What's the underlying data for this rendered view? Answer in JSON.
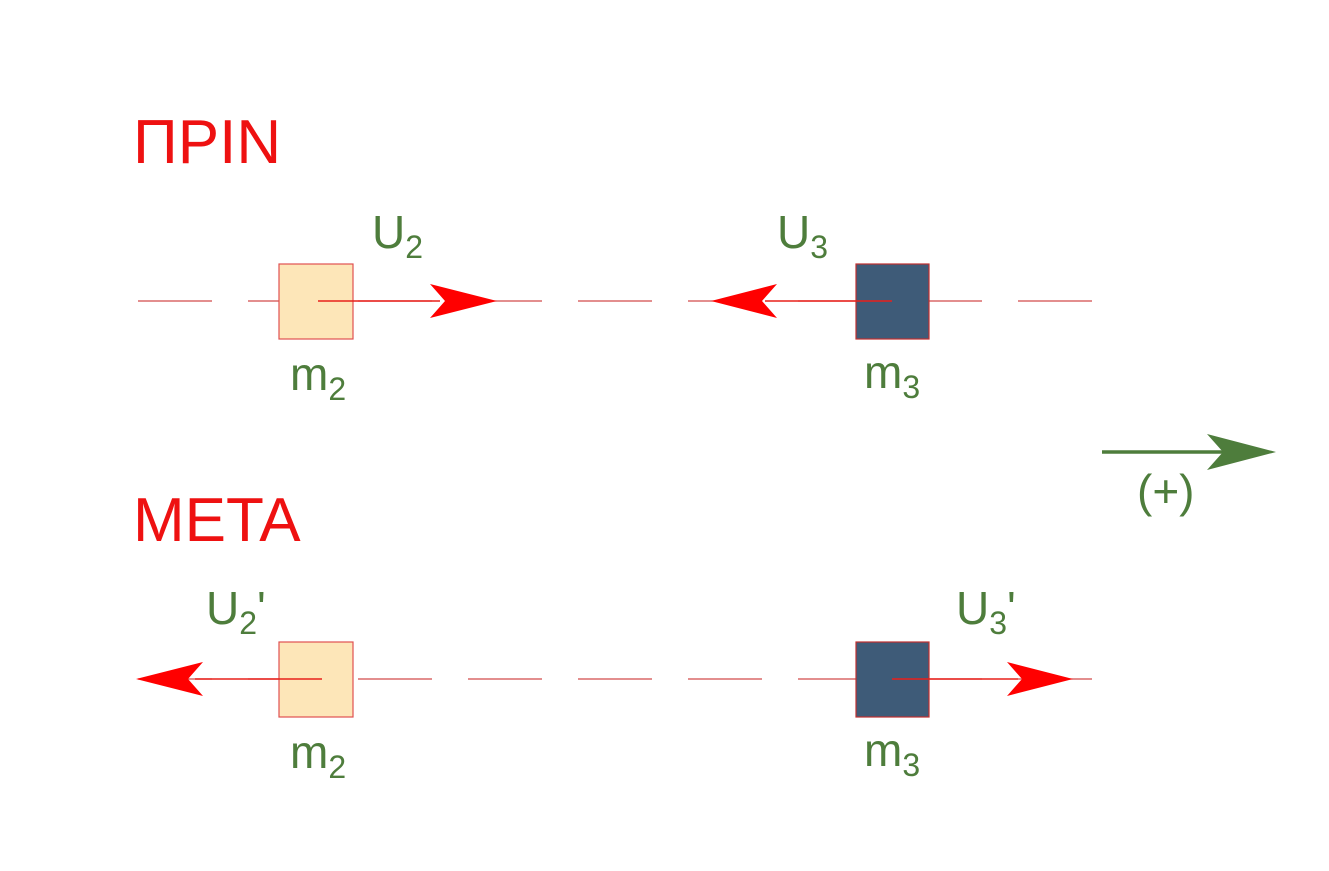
{
  "before": {
    "title": "ΠΡΙΝ",
    "body2": {
      "mass_label": "m",
      "mass_sub": "2",
      "velocity_label": "U",
      "velocity_sub": "2",
      "velocity_suffix": ""
    },
    "body3": {
      "mass_label": "m",
      "mass_sub": "3",
      "velocity_label": "U",
      "velocity_sub": "3",
      "velocity_suffix": ""
    }
  },
  "after": {
    "title": "ΜΕΤΑ",
    "body2": {
      "mass_label": "m",
      "mass_sub": "2",
      "velocity_label": "U",
      "velocity_sub": "2",
      "velocity_suffix": "'"
    },
    "body3": {
      "mass_label": "m",
      "mass_sub": "3",
      "velocity_label": "U",
      "velocity_sub": "3",
      "velocity_suffix": "'"
    }
  },
  "direction": {
    "label": "(+)"
  },
  "colors": {
    "title": "#ee1111",
    "label": "#4e7d3c",
    "vector": "#ff0000",
    "block_m2": "#fde6b8",
    "block_m3": "#3e5b78",
    "positive_arrow": "#4e7d3c"
  }
}
